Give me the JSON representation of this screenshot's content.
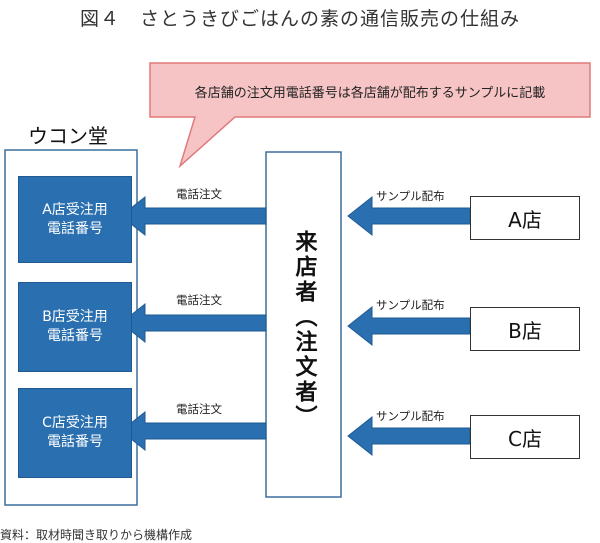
{
  "title": "図４　さとうきびごはんの素の通信販売の仕組み",
  "callout": "各店舗の注文用電話番号は各店舗が配布するサンプルに記載",
  "company": "ウコン堂",
  "center_label": "来店者（注文者）",
  "departments": [
    {
      "line1": "A店受注用",
      "line2": "電話番号"
    },
    {
      "line1": "B店受注用",
      "line2": "電話番号"
    },
    {
      "line1": "C店受注用",
      "line2": "電話番号"
    }
  ],
  "stores": [
    "A店",
    "B店",
    "C店"
  ],
  "order_label": "電話注文",
  "sample_label": "サンプル配布",
  "source": "資料：取材時聞き取りから機構作成",
  "colors": {
    "dept_fill": "#2a6fb0",
    "arrow_fill": "#2a6fb0",
    "callout_fill": "#f6c4c4",
    "callout_border": "#e07a7a",
    "frame_border": "#3b6e9c"
  }
}
